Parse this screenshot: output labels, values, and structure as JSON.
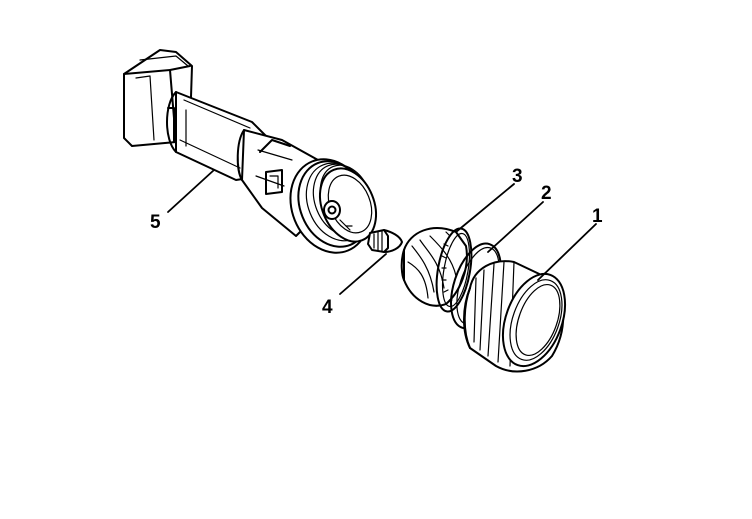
{
  "diagram": {
    "parts": [
      {
        "id": "lens-retaining-ring",
        "callout": "1"
      },
      {
        "id": "lens-gasket",
        "callout": "2"
      },
      {
        "id": "reflector-lens",
        "callout": "3"
      },
      {
        "id": "bulb",
        "callout": "4"
      },
      {
        "id": "flashlight-body",
        "callout": "5"
      }
    ]
  }
}
